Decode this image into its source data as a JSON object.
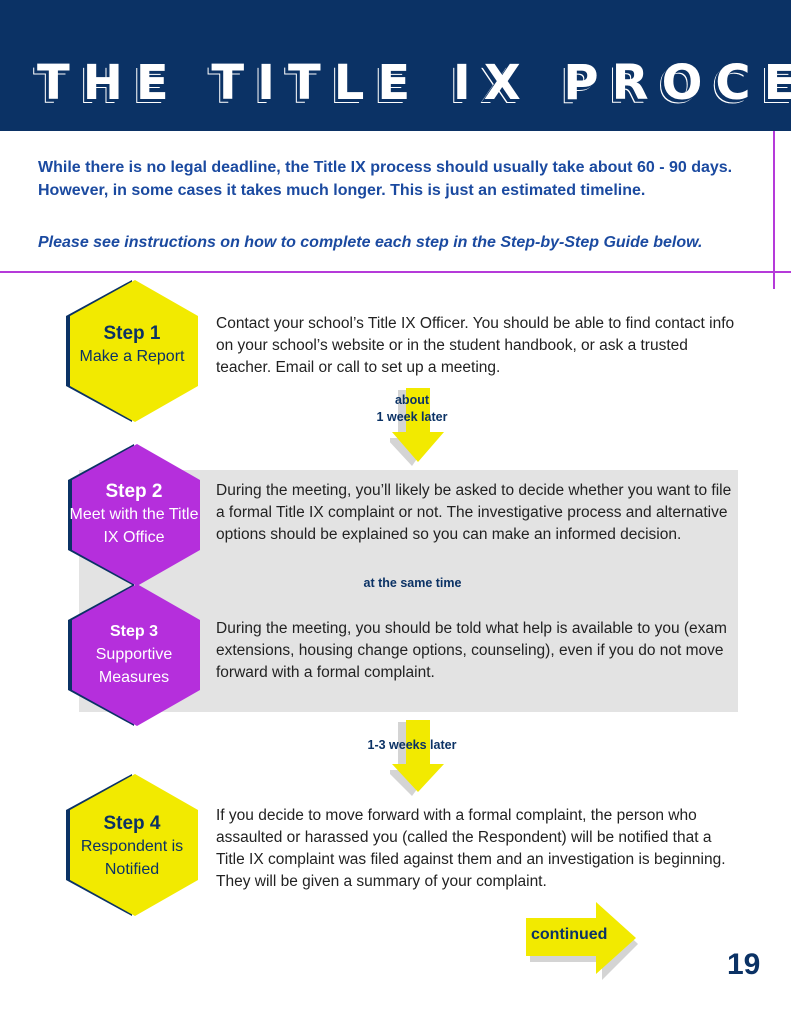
{
  "header": {
    "title": "THE TITLE IX PROCESS"
  },
  "intro": {
    "text": "While there is no legal deadline, the Title IX process should usually take about 60 - 90 days. However, in some cases it takes much longer. This is just an estimated timeline.",
    "note": "Please see instructions on how to complete each step in the Step-by-Step Guide below."
  },
  "colors": {
    "navy": "#0b3265",
    "yellow": "#f2ea00",
    "purple": "#b52fdc",
    "gray": "#e3e3e3",
    "accent": "#b53ad9"
  },
  "steps": [
    {
      "step": "Step 1",
      "name": "Make a Report",
      "body": "Contact your school’s Title IX Officer. You should be able to find contact info on your school’s website or in the student handbook, or ask a trusted teacher. Email or call to set up a meeting."
    },
    {
      "step": "Step 2",
      "name": "Meet with the Title IX Office",
      "body": "During the meeting, you’ll likely be asked to decide whether you want to file a formal Title IX complaint or not. The investigative process and alternative options should be explained so you can make an informed decision."
    },
    {
      "step": "Step 3",
      "name": "Supportive Measures",
      "body": "During the meeting, you should be told what help is available to you (exam extensions, housing change options, counseling), even if you do not move forward with a formal complaint."
    },
    {
      "step": "Step 4",
      "name": "Respondent is Notified",
      "body": "If you decide to move forward with a formal complaint, the person who assaulted or harassed you (called the Respondent) will be notified that a Title IX complaint was filed against them and an investigation is beginning. They will be given a summary of your complaint."
    }
  ],
  "transitions": {
    "t1_line1": "about",
    "t1_line2": "1 week later",
    "t2": "at the same time",
    "t3": "1-3 weeks later"
  },
  "footer": {
    "continued": "continued",
    "page_number": "19"
  }
}
